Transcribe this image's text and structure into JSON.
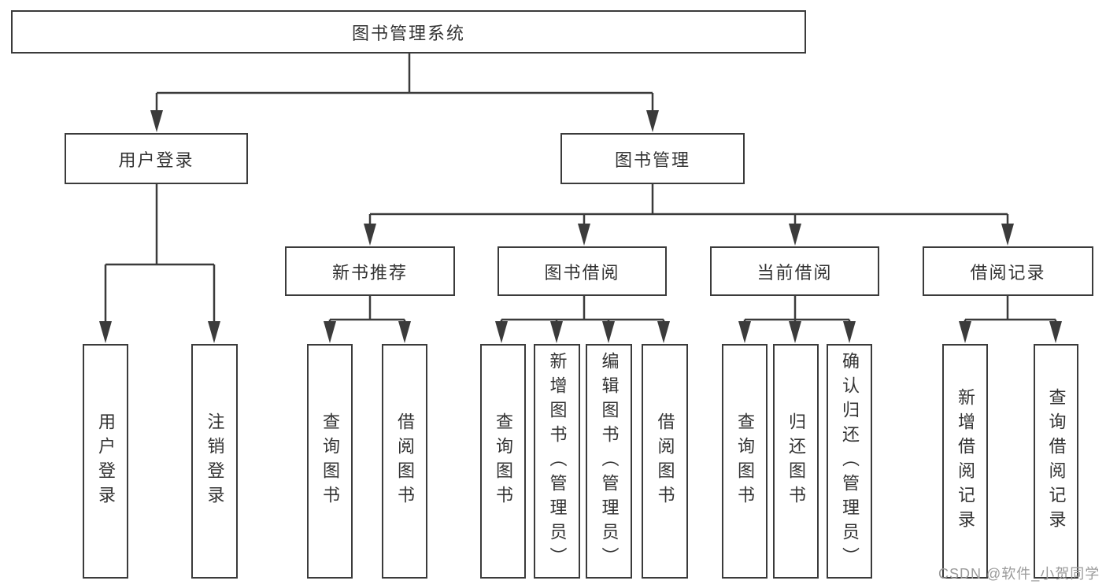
{
  "tree": {
    "label": "图书管理系统",
    "children": [
      {
        "label": "用户登录",
        "children": [
          {
            "label": "用户登录"
          },
          {
            "label": "注销登录"
          }
        ]
      },
      {
        "label": "图书管理",
        "children": [
          {
            "label": "新书推荐",
            "children": [
              {
                "label": "查询图书"
              },
              {
                "label": "借阅图书"
              }
            ]
          },
          {
            "label": "图书借阅",
            "children": [
              {
                "label": "查询图书"
              },
              {
                "label": "新增图书（管理员）"
              },
              {
                "label": "编辑图书（管理员）"
              },
              {
                "label": "借阅图书"
              }
            ]
          },
          {
            "label": "当前借阅",
            "children": [
              {
                "label": "查询图书"
              },
              {
                "label": "归还图书"
              },
              {
                "label": "确认归还（管理员）"
              }
            ]
          },
          {
            "label": "借阅记录",
            "children": [
              {
                "label": "新增借阅记录"
              },
              {
                "label": "查询借阅记录"
              }
            ]
          }
        ]
      }
    ]
  },
  "watermark": "CSDN @软件_小贺同学",
  "colors": {
    "line": "#3b3b3b",
    "text": "#333333",
    "background": "#ffffff",
    "watermark": "#9a9a9a"
  }
}
